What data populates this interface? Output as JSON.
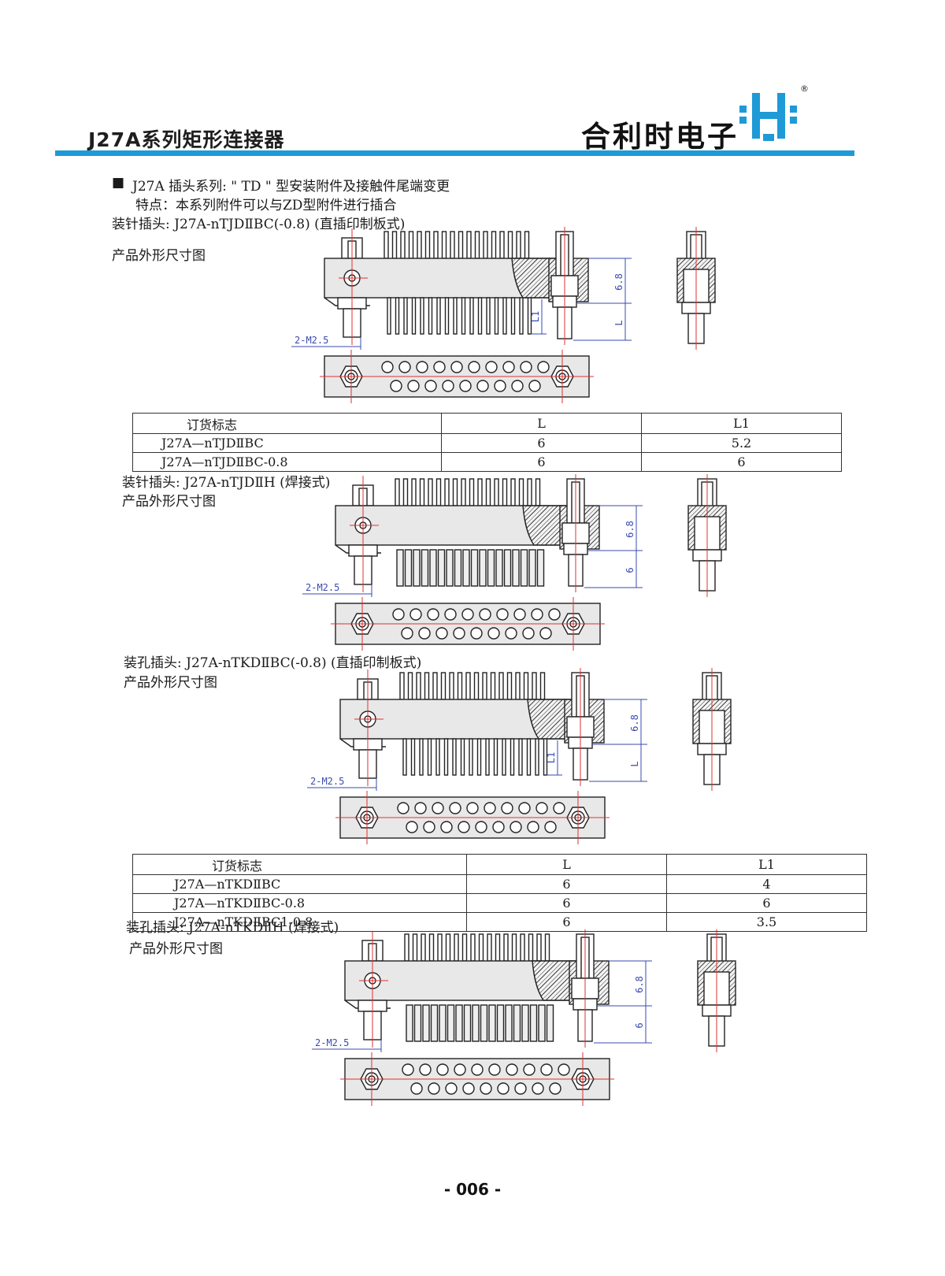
{
  "header": {
    "title": "J27A系列矩形连接器",
    "brand": "合利时电子",
    "registered_mark": "®"
  },
  "intro": {
    "bullet": "■",
    "line1": "J27A 插头系列: \" TD \" 型安装附件及接触件尾端变更",
    "line2": "特点：本系列附件可以与ZD型附件进行插合"
  },
  "sections": [
    {
      "title": "装针插头: J27A-nTJDⅡBC(-0.8) (直插印制板式)",
      "subtitle": "产品外形尺寸图",
      "thread_label": "2-M2.5",
      "dim_top": "6.8",
      "dim_bottom": "L",
      "dim_l1": "L1"
    },
    {
      "title": "装针插头: J27A-nTJDⅡH (焊接式)",
      "subtitle": "产品外形尺寸图",
      "thread_label": "2-M2.5",
      "dim_top": "6.8",
      "dim_bottom": "6"
    },
    {
      "title": "装孔插头: J27A-nTKDⅡBC(-0.8) (直插印制板式)",
      "subtitle": "产品外形尺寸图",
      "thread_label": "2-M2.5",
      "dim_top": "6.8",
      "dim_bottom": "L",
      "dim_l1": "L1"
    },
    {
      "title": "装孔插头: J27A-nTKDⅡH (焊接式)",
      "subtitle": "产品外形尺寸图",
      "thread_label": "2-M2.5",
      "dim_top": "6.8",
      "dim_bottom": "6"
    }
  ],
  "tables": [
    {
      "headers": [
        "订货标志",
        "L",
        "L1"
      ],
      "rows": [
        [
          "J27A—nTJDⅡBC",
          "6",
          "5.2"
        ],
        [
          "J27A—nTJDⅡBC-0.8",
          "6",
          "6"
        ]
      ]
    },
    {
      "headers": [
        "订货标志",
        "L",
        "L1"
      ],
      "rows": [
        [
          "J27A—nTKDⅡBC",
          "6",
          "4"
        ],
        [
          "J27A—nTKDⅡBC-0.8",
          "6",
          "6"
        ],
        [
          "J27A—nTKDⅡBC1-0.8",
          "6",
          "3.5"
        ]
      ]
    }
  ],
  "page_number": "- 006 -",
  "colors": {
    "accent_blue": "#1e9ad6",
    "centerline_red": "#e03030",
    "dimension_blue": "#3a4bb0",
    "body_gray": "#e8e8e8"
  }
}
